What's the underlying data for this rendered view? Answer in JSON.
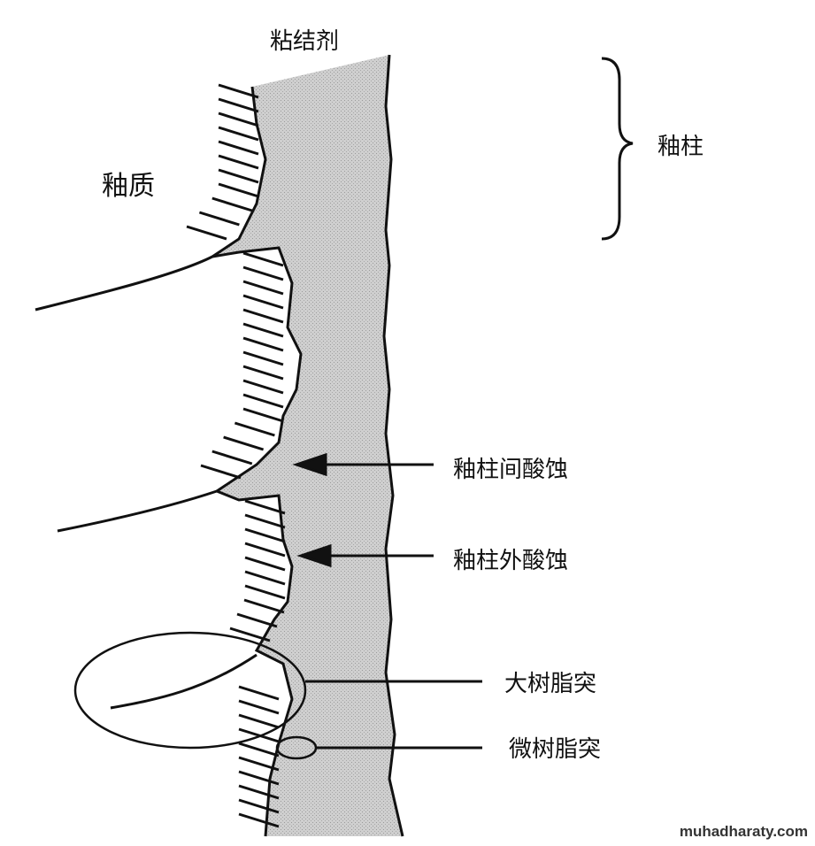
{
  "labels": {
    "adhesive": "粘结剂",
    "enamel": "釉质",
    "enamel_prism": "釉柱",
    "interprismatic_etching": "釉柱间酸蚀",
    "extraprismatic_etching": "釉柱外酸蚀",
    "macro_resin_tag": "大树脂突",
    "micro_resin_tag": "微树脂突"
  },
  "watermark": "muhadharaty.com",
  "colors": {
    "adhesive_fill": "#c8c8c8",
    "ink": "#111111"
  }
}
